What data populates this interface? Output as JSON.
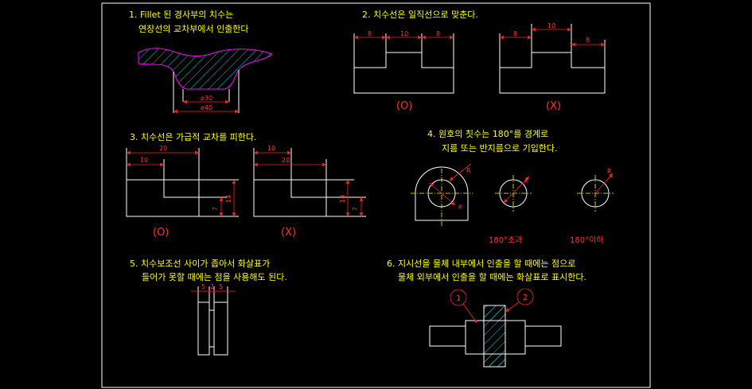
{
  "rules": {
    "r1": {
      "line1": "1. Fillet 된 경사부의 치수는",
      "line2": "연장선의 교차부에서 인출한다"
    },
    "r2": {
      "line1": "2. 치수선은 일직선으로 맞춘다."
    },
    "r3": {
      "line1": "3. 치수선은 가급적 교차를 피한다."
    },
    "r4": {
      "line1": "4. 원호의 칫수는 180°를 경계로",
      "line2": "지름 또는 반지름으로 기입한다."
    },
    "r5": {
      "line1": "5. 치수보조선 사이가 좁아서 화살표가",
      "line2": "들어가 못할 때에는 점을 사용해도 된다."
    },
    "r6": {
      "line1": "6. 지시선을 물체 내부에서 인출을 할 때에는 점으로",
      "line2": "물체 외부에서 인출을 할 때에는 화살표로 표시한다."
    }
  },
  "dims": {
    "d8": "8",
    "d10": "10",
    "d20": "20",
    "d14": "14",
    "d7": "7",
    "phi30": "ø30",
    "phi40": "ø40",
    "phiSmall": "ø",
    "rad": "R",
    "d5a": "5",
    "d2": "2",
    "d5b": "5",
    "balloon1": "1",
    "balloon2": "2"
  },
  "marks": {
    "good": "(O)",
    "bad": "(X)",
    "over180": "180°초과",
    "under180": "180°이하"
  },
  "colors": {
    "caption": "#ffff00",
    "dimension": "#ff2020",
    "outline": "#ffffff",
    "center": "#ffff00",
    "hatch": "#00ffff",
    "fillet": "#ff00ff"
  }
}
